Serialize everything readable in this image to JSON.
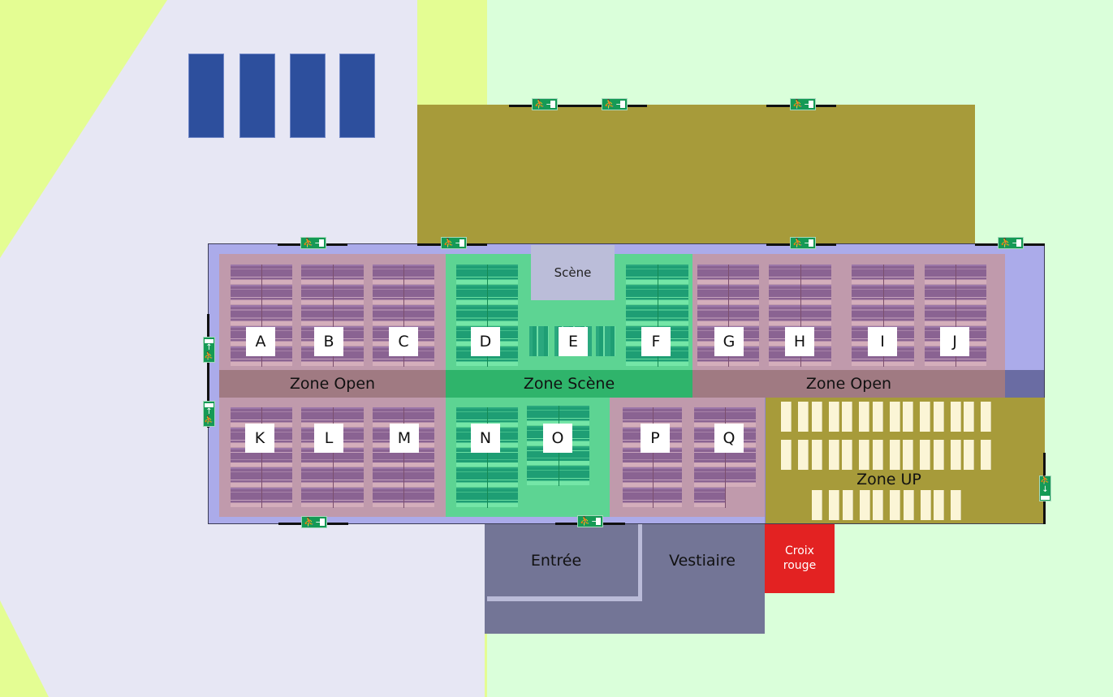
{
  "plan": {
    "colors": {
      "lawn": "#daffda",
      "road_yellow": "#e4fd93",
      "plaza": "#e7e7f4",
      "parking": "#2d4f9d",
      "olive_hall": "#a79b3a",
      "building": "#ababea",
      "zone_open": "#c09aac",
      "zone_scene": "#5dd493",
      "entrance": "#737596",
      "red_cross": "#e32222",
      "exit_sign": "#159a55"
    },
    "parking_spots": 4,
    "stage": {
      "label": "Scène"
    },
    "zone_bands": [
      {
        "id": "open-left",
        "label": "Zone Open"
      },
      {
        "id": "scene",
        "label": "Zone Scène"
      },
      {
        "id": "open-right",
        "label": "Zone Open"
      }
    ],
    "blocks": [
      {
        "label": "A",
        "zone": "open"
      },
      {
        "label": "B",
        "zone": "open"
      },
      {
        "label": "C",
        "zone": "open"
      },
      {
        "label": "D",
        "zone": "scene"
      },
      {
        "label": "E",
        "zone": "scene"
      },
      {
        "label": "F",
        "zone": "scene"
      },
      {
        "label": "G",
        "zone": "open"
      },
      {
        "label": "H",
        "zone": "open"
      },
      {
        "label": "I",
        "zone": "open"
      },
      {
        "label": "J",
        "zone": "open"
      },
      {
        "label": "K",
        "zone": "open"
      },
      {
        "label": "L",
        "zone": "open"
      },
      {
        "label": "M",
        "zone": "open"
      },
      {
        "label": "N",
        "zone": "scene"
      },
      {
        "label": "O",
        "zone": "scene"
      },
      {
        "label": "P",
        "zone": "open"
      },
      {
        "label": "Q",
        "zone": "open"
      }
    ],
    "zone_up": {
      "label": "Zone UP",
      "seat_rows": [
        14,
        14,
        10
      ]
    },
    "rooms": {
      "entrance": "Entrée",
      "cloakroom": "Vestiaire",
      "red_cross_line1": "Croix",
      "red_cross_line2": "rouge"
    },
    "exit_signs": {
      "icon": "emergency-exit-icon",
      "runner_glyph": "🏃",
      "arrow_right": "→",
      "arrow_up": "↑",
      "arrow_down": "↓",
      "count": 12
    }
  }
}
